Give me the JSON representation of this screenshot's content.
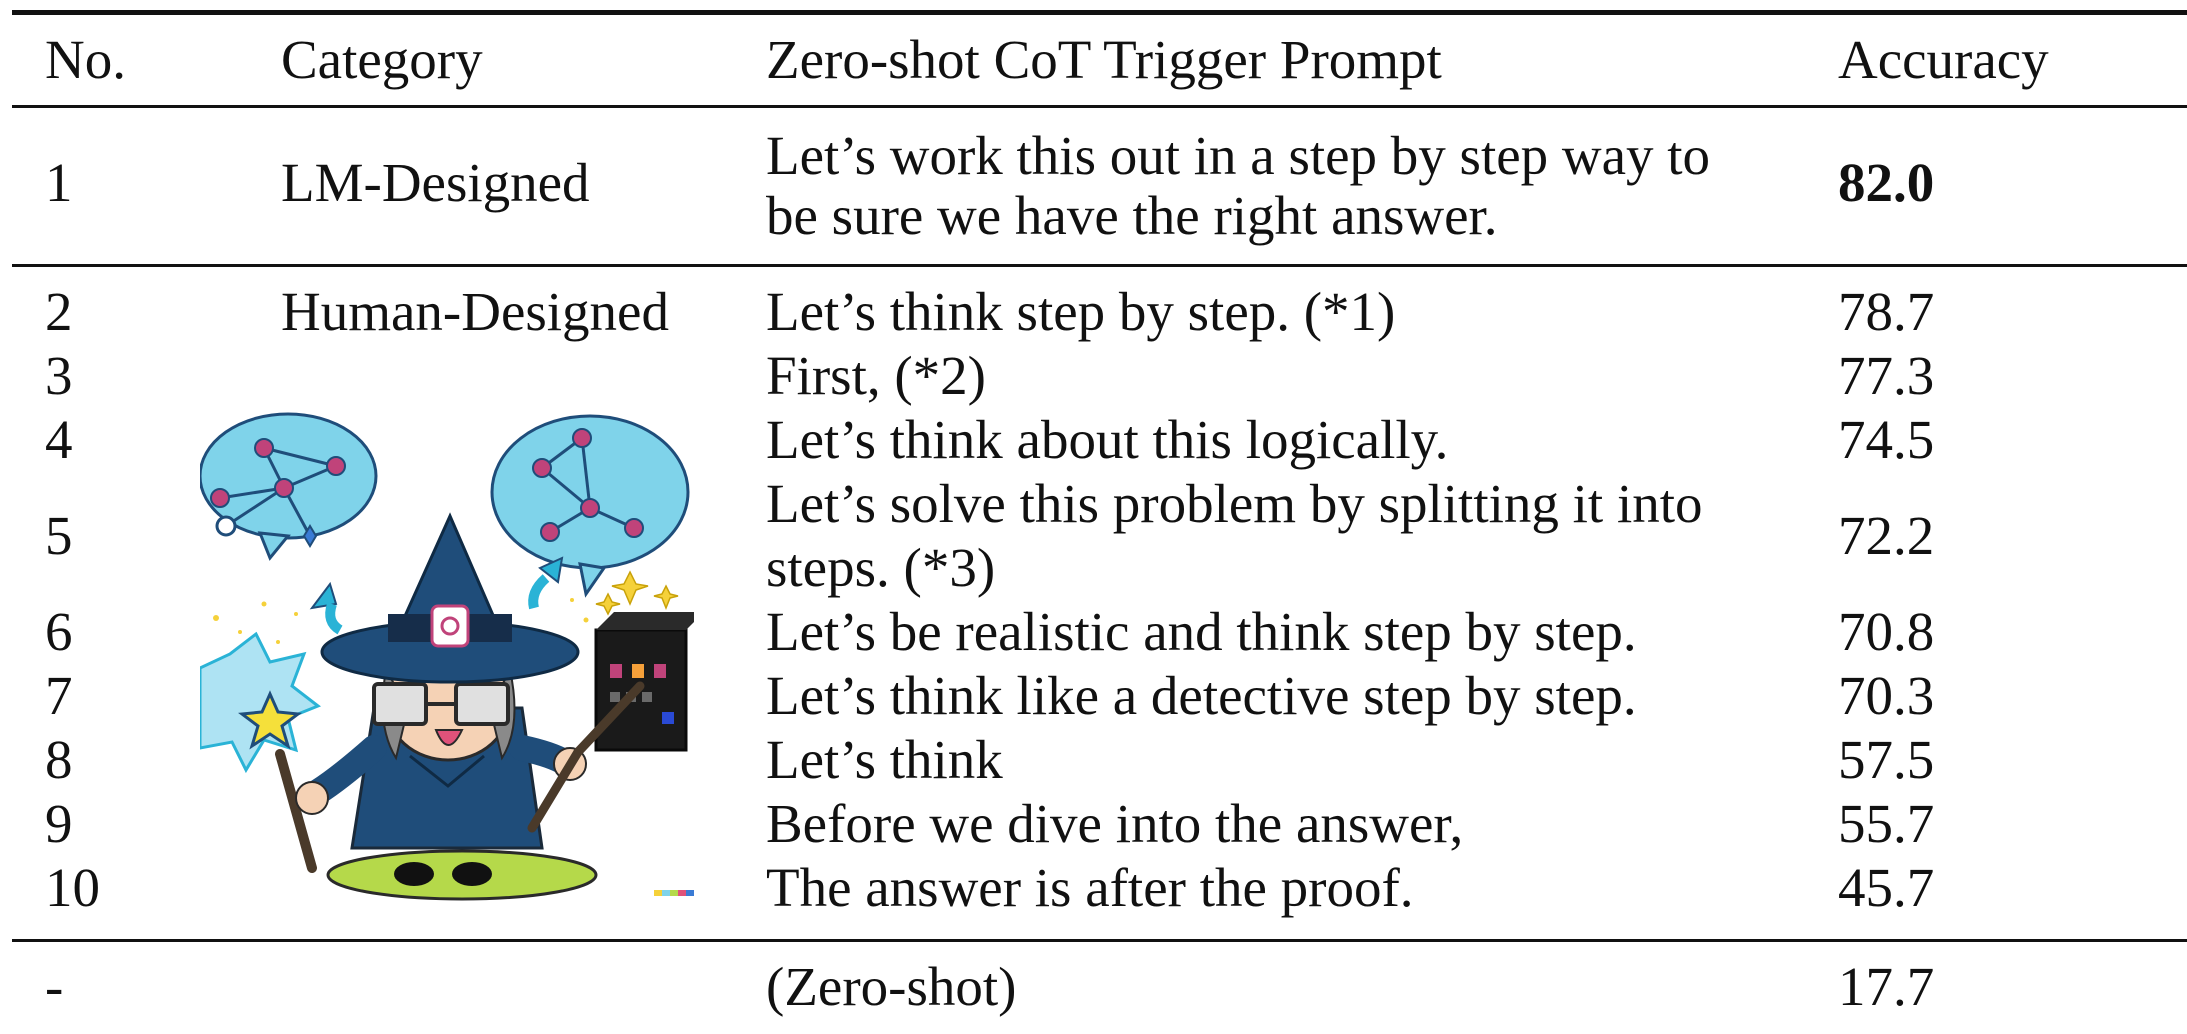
{
  "table": {
    "headers": {
      "no": "No.",
      "category": "Category",
      "prompt": "Zero-shot CoT Trigger Prompt",
      "accuracy": "Accuracy"
    },
    "rows": [
      {
        "no": "1",
        "category": "LM-Designed",
        "prompt_line1": "Let’s work this out in a step by step way to",
        "prompt_line2": "be sure we have the right answer.",
        "accuracy": "82.0",
        "bold": true
      },
      {
        "no": "2",
        "category": "Human-Designed",
        "prompt": "Let’s think step by step. (*1)",
        "accuracy": "78.7"
      },
      {
        "no": "3",
        "prompt": "First, (*2)",
        "accuracy": "77.3"
      },
      {
        "no": "4",
        "prompt": "Let’s think about this logically.",
        "accuracy": "74.5"
      },
      {
        "no": "5",
        "prompt_line1": "Let’s solve this problem by splitting it into",
        "prompt_line2": "steps. (*3)",
        "accuracy": "72.2"
      },
      {
        "no": "6",
        "prompt": "Let’s be realistic and think step by step.",
        "accuracy": "70.8"
      },
      {
        "no": "7",
        "prompt": "Let’s think like a detective step by step.",
        "accuracy": "70.3"
      },
      {
        "no": "8",
        "prompt": "Let’s think",
        "accuracy": "57.5"
      },
      {
        "no": "9",
        "prompt": "Before we dive into the answer,",
        "accuracy": "55.7"
      },
      {
        "no": "10",
        "prompt": "The answer is after the proof.",
        "accuracy": "45.7"
      },
      {
        "no": "-",
        "prompt": "(Zero-shot)",
        "accuracy": "17.7"
      }
    ]
  },
  "illustration": {
    "icon": "wizard-illustration",
    "colors": {
      "bubble": "#7fd3ea",
      "node": "#c0437a",
      "hat": "#1f4d7a",
      "ground": "#b5d94a",
      "spark": "#f5d13a"
    }
  }
}
